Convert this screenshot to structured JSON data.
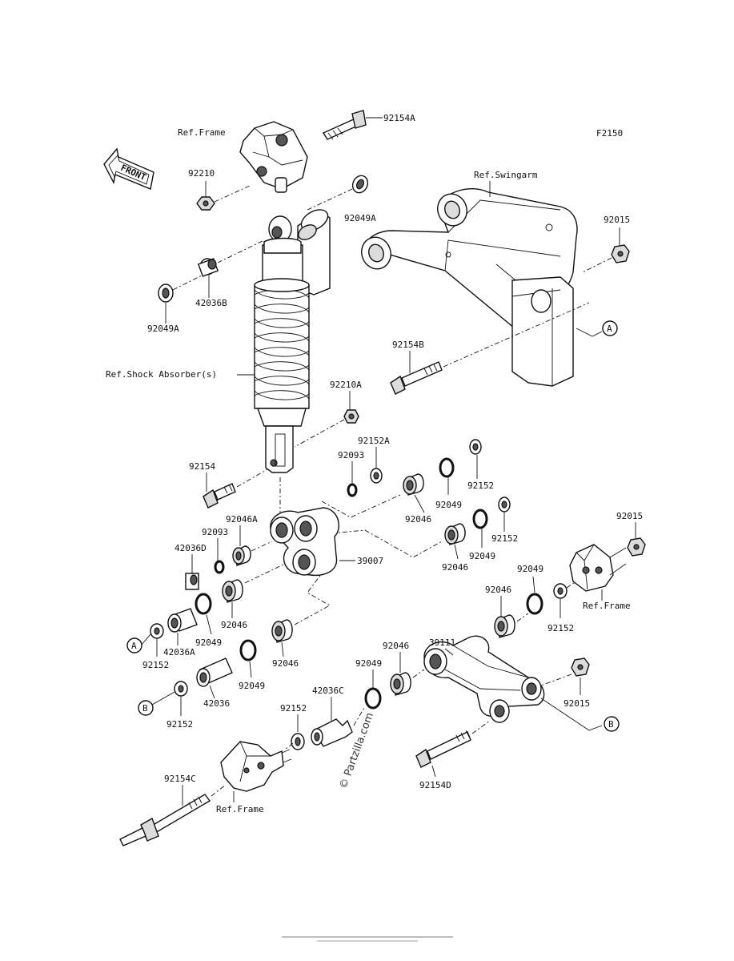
{
  "figure_id": "F2150",
  "front_label": "FRONT",
  "copyright": "© Partzilla.com",
  "reference_labels": {
    "frame_top": "Ref.Frame",
    "swingarm": "Ref.Swingarm",
    "shock_absorber": "Ref.Shock Absorber(s)",
    "frame_right": "Ref.Frame",
    "frame_bottom": "Ref.Frame"
  },
  "callouts": {
    "a": "A",
    "b": "B"
  },
  "part_numbers": {
    "p92154A": "92154A",
    "p92210": "92210",
    "p92049A_top": "92049A",
    "p92049A_left": "92049A",
    "p42036B": "42036B",
    "p92015_top": "92015",
    "p92154B": "92154B",
    "p92210A": "92210A",
    "p92152A": "92152A",
    "p92093_top": "92093",
    "p92154": "92154",
    "p92152_a": "92152",
    "p92049_a": "92049",
    "p92046_a": "92046",
    "p92152_b": "92152",
    "p92046A": "92046A",
    "p92093_left": "92093",
    "p42036D": "42036D",
    "p39007": "39007",
    "p92049_b": "92049",
    "p92046_b": "92046",
    "p92015_right": "92015",
    "p92049_c": "92049",
    "p92046_c": "92046",
    "p92152_c": "92152",
    "p92046_d": "92046",
    "p42036A": "42036A",
    "p92049_d": "92049",
    "p92152_d": "92152",
    "p92046_e": "92046",
    "p39111": "39111",
    "p92046_f": "92046",
    "p92049_e": "92049",
    "p92049_f": "92049",
    "p42036": "42036",
    "p92015_low": "92015",
    "p42036C": "42036C",
    "p92152_e": "92152",
    "p92152_f": "92152",
    "p92154C": "92154C",
    "p92154D": "92154D"
  }
}
